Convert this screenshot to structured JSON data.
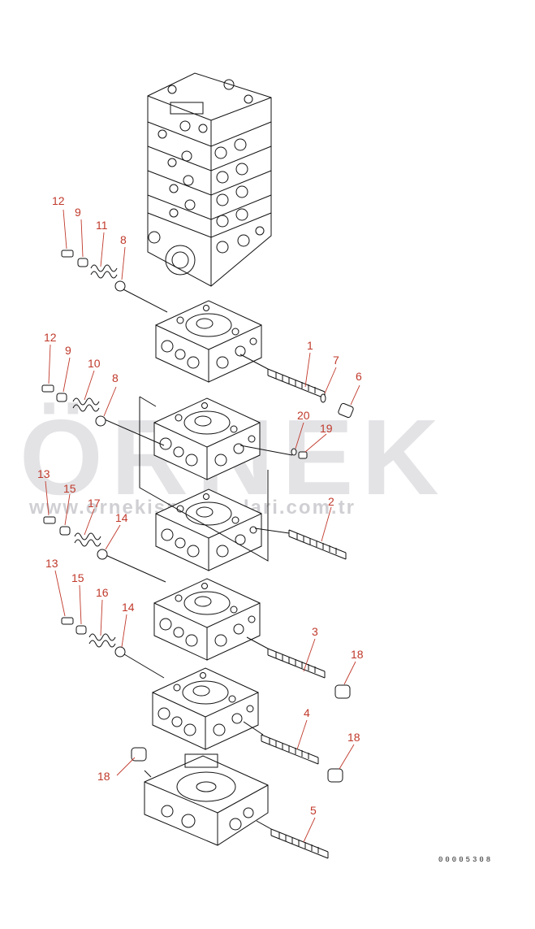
{
  "watermark": {
    "brand": "ÖRNEK",
    "url": "www.ornekismakinalari.com.tr"
  },
  "document_number": "00005308",
  "callouts": [
    {
      "id": "c12a",
      "text": "12"
    },
    {
      "id": "c9a",
      "text": "9"
    },
    {
      "id": "c11",
      "text": "11"
    },
    {
      "id": "c8a",
      "text": "8"
    },
    {
      "id": "c12b",
      "text": "12"
    },
    {
      "id": "c9b",
      "text": "9"
    },
    {
      "id": "c10",
      "text": "10"
    },
    {
      "id": "c8b",
      "text": "8"
    },
    {
      "id": "c1",
      "text": "1"
    },
    {
      "id": "c7",
      "text": "7"
    },
    {
      "id": "c6",
      "text": "6"
    },
    {
      "id": "c20",
      "text": "20"
    },
    {
      "id": "c19",
      "text": "19"
    },
    {
      "id": "c13a",
      "text": "13"
    },
    {
      "id": "c15a",
      "text": "15"
    },
    {
      "id": "c17",
      "text": "17"
    },
    {
      "id": "c14a",
      "text": "14"
    },
    {
      "id": "c2",
      "text": "2"
    },
    {
      "id": "c13b",
      "text": "13"
    },
    {
      "id": "c15b",
      "text": "15"
    },
    {
      "id": "c16",
      "text": "16"
    },
    {
      "id": "c14b",
      "text": "14"
    },
    {
      "id": "c3",
      "text": "3"
    },
    {
      "id": "c18a",
      "text": "18"
    },
    {
      "id": "c4",
      "text": "4"
    },
    {
      "id": "c18b",
      "text": "18"
    },
    {
      "id": "c18c",
      "text": "18"
    },
    {
      "id": "c5",
      "text": "5"
    }
  ]
}
